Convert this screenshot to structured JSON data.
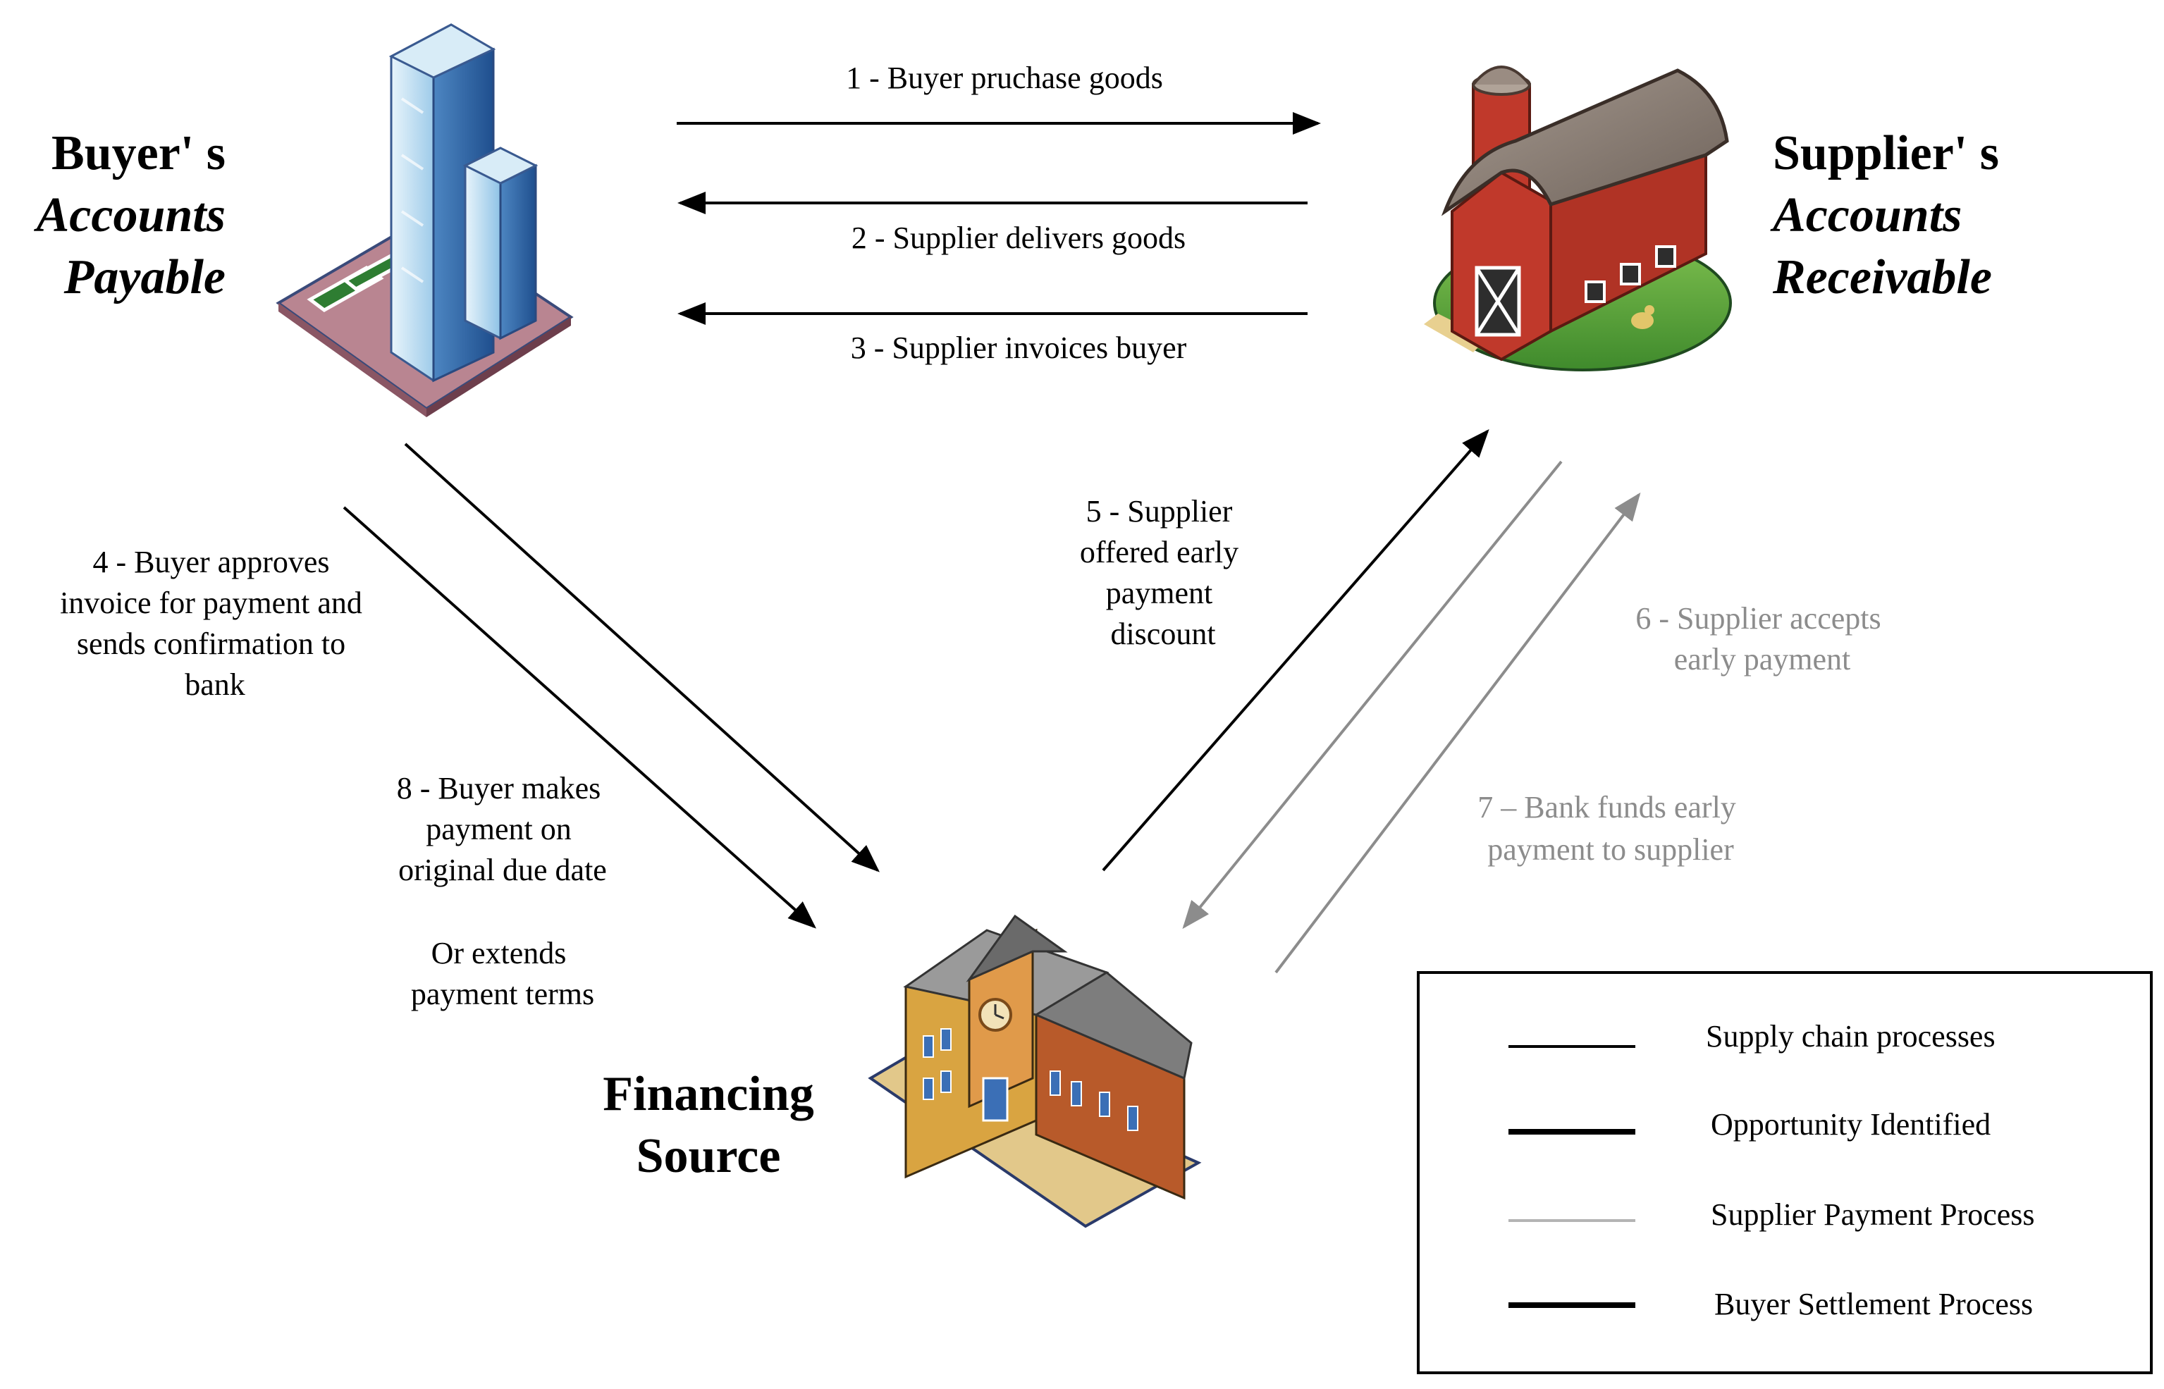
{
  "parties": {
    "buyer": {
      "line1": "Buyer' s",
      "line2": "Accounts",
      "line3": "Payable"
    },
    "supplier": {
      "line1": "Supplier' s",
      "line2": "Accounts",
      "line3": "Receivable"
    },
    "financing": {
      "line1": "Financing",
      "line2": "Source"
    }
  },
  "steps": {
    "s1": "1 - Buyer pruchase goods",
    "s2": "2 - Supplier delivers goods",
    "s3": "3 - Supplier invoices buyer",
    "s4": [
      "4 - Buyer approves",
      "invoice for payment and",
      "sends confirmation to",
      "bank"
    ],
    "s5": [
      "5 - Supplier",
      "offered early",
      "payment",
      "discount"
    ],
    "s6": [
      "6 - Supplier accepts",
      "early payment"
    ],
    "s7": [
      "7  –  Bank funds early",
      "payment to supplier"
    ],
    "s8": [
      "8 - Buyer makes",
      "payment on",
      "original due date"
    ],
    "s8b": [
      "Or extends",
      "payment terms"
    ]
  },
  "legend": {
    "items": [
      {
        "label": "Supply chain processes",
        "color": "#000000"
      },
      {
        "label": "Opportunity Identified",
        "color": "#000000"
      },
      {
        "label": "Supplier Payment Process",
        "color": "#b4b4b4"
      },
      {
        "label": "Buyer Settlement Process",
        "color": "#000000"
      }
    ]
  },
  "icons": {
    "buyer": "office-tower-icon",
    "supplier": "barn-icon",
    "financing": "bank-building-icon"
  },
  "colors": {
    "primary": "#000000",
    "secondary": "#8c8c8c"
  }
}
